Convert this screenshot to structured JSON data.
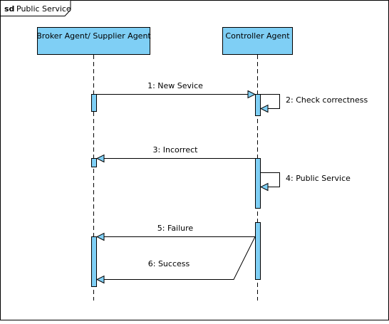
{
  "frame": {
    "keyword": "sd",
    "name": "Public Service"
  },
  "lifelines": [
    {
      "id": "broker",
      "label": "Broker Agent/ Supplier Agent"
    },
    {
      "id": "controller",
      "label": "Controller Agent"
    }
  ],
  "messages": [
    {
      "id": "m1",
      "label": "1: New Sevice",
      "from": "broker",
      "to": "controller"
    },
    {
      "id": "m2",
      "label": "2: Check correctness",
      "from": "controller",
      "to": "controller"
    },
    {
      "id": "m3",
      "label": "3: Incorrect",
      "from": "controller",
      "to": "broker"
    },
    {
      "id": "m4",
      "label": "4: Public Service",
      "from": "controller",
      "to": "controller"
    },
    {
      "id": "m5",
      "label": "5: Failure",
      "from": "controller",
      "to": "broker"
    },
    {
      "id": "m6",
      "label": "6: Success",
      "from": "controller",
      "to": "broker"
    }
  ],
  "colors": {
    "lifeline_fill": "#7fcff5",
    "stroke": "#000000",
    "frame": "#000000",
    "background": "#ffffff"
  }
}
